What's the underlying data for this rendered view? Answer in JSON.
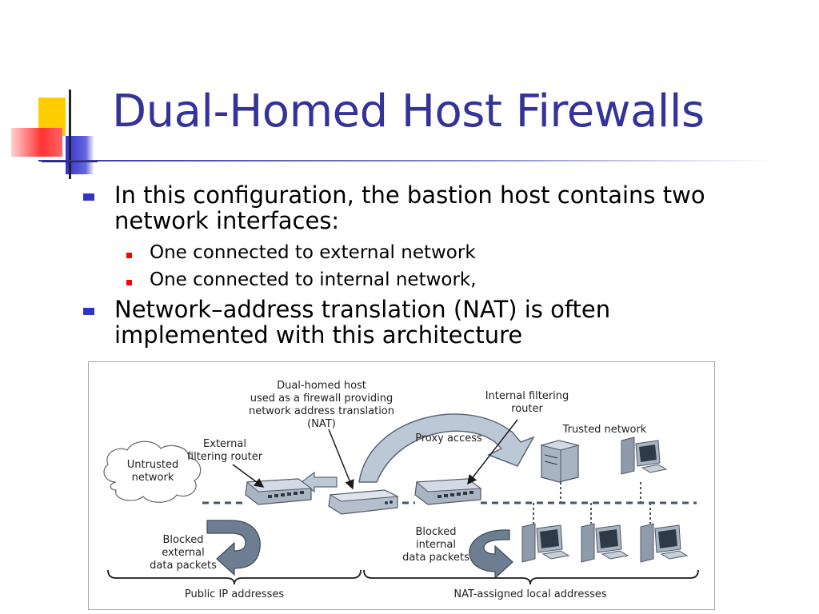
{
  "slide": {
    "title": "Dual-Homed Host Firewalls",
    "bullets": [
      {
        "text_line1": "In this configuration, the bastion host contains two",
        "text_line2": "network interfaces:",
        "sub": [
          "One connected to external network",
          "One connected to internal network,"
        ]
      },
      {
        "text_line1": "Network–address translation (NAT) is often",
        "text_line2": "implemented with this architecture"
      }
    ]
  },
  "diagram": {
    "dual_homed": [
      "Dual-homed host",
      "used as a firewall providing",
      "network address translation",
      "(NAT)"
    ],
    "internal_router": [
      "Internal filtering",
      "router"
    ],
    "external_router": [
      "External",
      "filtering router"
    ],
    "proxy_access": "Proxy access",
    "trusted_network": "Trusted network",
    "untrusted": [
      "Untrusted",
      "network"
    ],
    "blocked_external": [
      "Blocked",
      "external",
      "data packets"
    ],
    "blocked_internal": [
      "Blocked",
      "internal",
      "data packets"
    ],
    "public_ip": "Public IP addresses",
    "nat_local": "NAT-assigned local addresses"
  },
  "colors": {
    "title": "#333399",
    "bullet_main": "#3333cc",
    "bullet_sub": "#ff0000",
    "arrow_fill": "#bcc8d6",
    "device_fill": "#a9b4c2"
  }
}
